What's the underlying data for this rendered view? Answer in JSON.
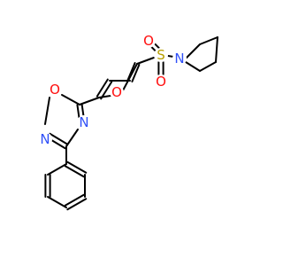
{
  "atoms": [
    {
      "id": "O1",
      "label": "O",
      "color": "#ff0d0d"
    },
    {
      "id": "N2",
      "label": "N",
      "color": "#3050f8"
    },
    {
      "id": "N4",
      "label": "N",
      "color": "#3050f8"
    },
    {
      "id": "Ofu",
      "label": "O",
      "color": "#ff0d0d"
    },
    {
      "id": "S",
      "label": "S",
      "color": "#b8a000"
    },
    {
      "id": "Os1",
      "label": "O",
      "color": "#ff0d0d"
    },
    {
      "id": "Os2",
      "label": "O",
      "color": "#ff0d0d"
    },
    {
      "id": "Npy",
      "label": "N",
      "color": "#3050f8"
    }
  ],
  "colors": {
    "bond": "#000000",
    "oxygen": "#ff0d0d",
    "nitrogen": "#3050f8",
    "sulfur": "#b8a000"
  }
}
